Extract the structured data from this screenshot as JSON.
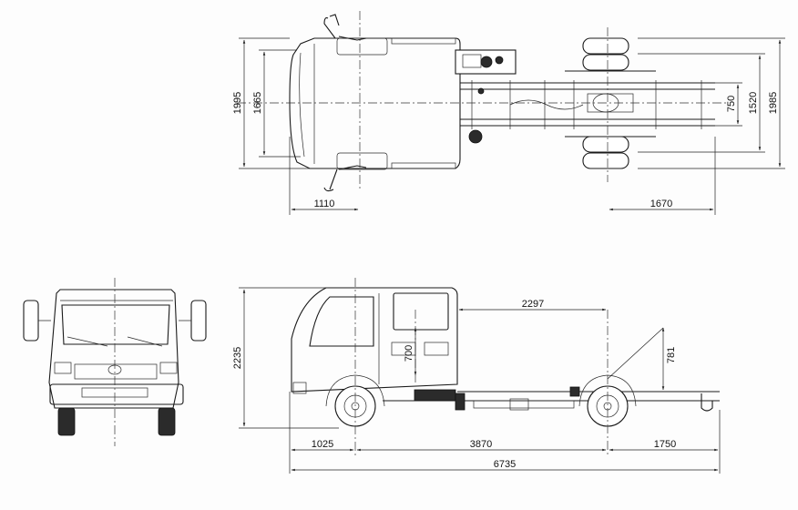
{
  "dimensions": {
    "top_view": {
      "overall_width": "1995",
      "cab_width": "1665",
      "rear_track_width": "1985",
      "rear_axle_width": "1520",
      "frame_width": "750",
      "front_overhang_top": "1110",
      "rear_overhang_top": "1670"
    },
    "side_view": {
      "overall_height": "2235",
      "cab_rear_to_axle": "2297",
      "window_height": "700",
      "frame_height": "781",
      "front_overhang": "1025",
      "wheelbase": "3870",
      "rear_overhang": "1750",
      "overall_length": "6735"
    }
  }
}
